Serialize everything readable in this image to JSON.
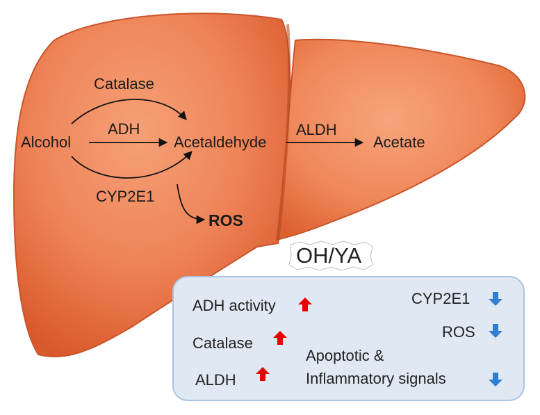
{
  "pathway": {
    "alcohol": "Alcohol",
    "catalase": "Catalase",
    "adh": "ADH",
    "acetaldehyde": "Acetaldehyde",
    "aldh": "ALDH",
    "acetate": "Acetate",
    "cyp2e1": "CYP2E1",
    "ros": "ROS"
  },
  "treatment": {
    "label": "OH/YA"
  },
  "effects": {
    "increased": [
      {
        "label": "ADH activity"
      },
      {
        "label": "Catalase"
      },
      {
        "label": "ALDH"
      }
    ],
    "decreased": [
      {
        "label": "CYP2E1"
      },
      {
        "label": "ROS"
      },
      {
        "label_line1": "Apoptotic &",
        "label_line2": "Inflammatory signals"
      }
    ]
  },
  "colors": {
    "liver": "#ee7e4f",
    "up_arrow": "#e60000",
    "down_arrow": "#2d7fd1",
    "panel": "#dfe8f3"
  },
  "icons": {
    "up": "red-up-arrow",
    "down": "blue-down-arrow"
  }
}
